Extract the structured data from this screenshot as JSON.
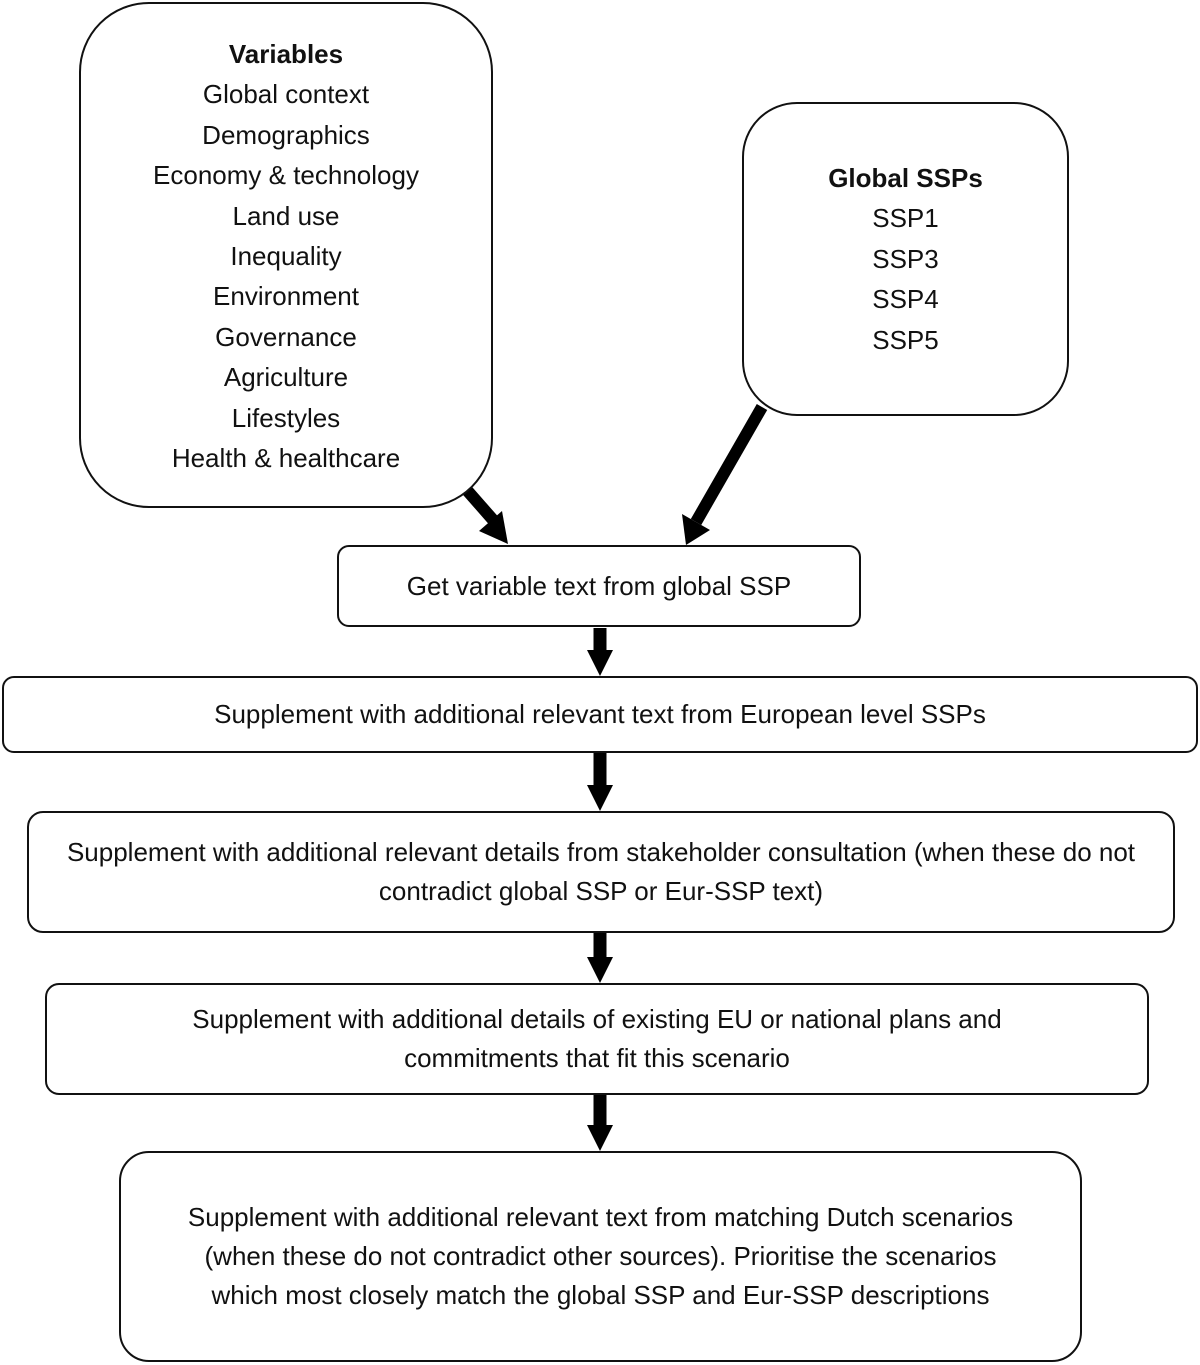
{
  "variables": {
    "title": "Variables",
    "items": [
      "Global context",
      "Demographics",
      "Economy & technology",
      "Land use",
      "Inequality",
      "Environment",
      "Governance",
      "Agriculture",
      "Lifestyles",
      "Health & healthcare"
    ]
  },
  "global_ssps": {
    "title": "Global SSPs",
    "items": [
      "SSP1",
      "SSP3",
      "SSP4",
      "SSP5"
    ]
  },
  "steps": [
    "Get variable text from global SSP",
    "Supplement with additional relevant text from European level SSPs",
    "Supplement with additional relevant details from stakeholder consultation (when these do not contradict global SSP or Eur-SSP text)",
    "Supplement with additional details of existing EU or national plans and commitments that fit this scenario",
    "Supplement with additional relevant text from matching Dutch scenarios (when these do not contradict other sources). Prioritise the scenarios which most closely match the global SSP and Eur-SSP descriptions"
  ]
}
